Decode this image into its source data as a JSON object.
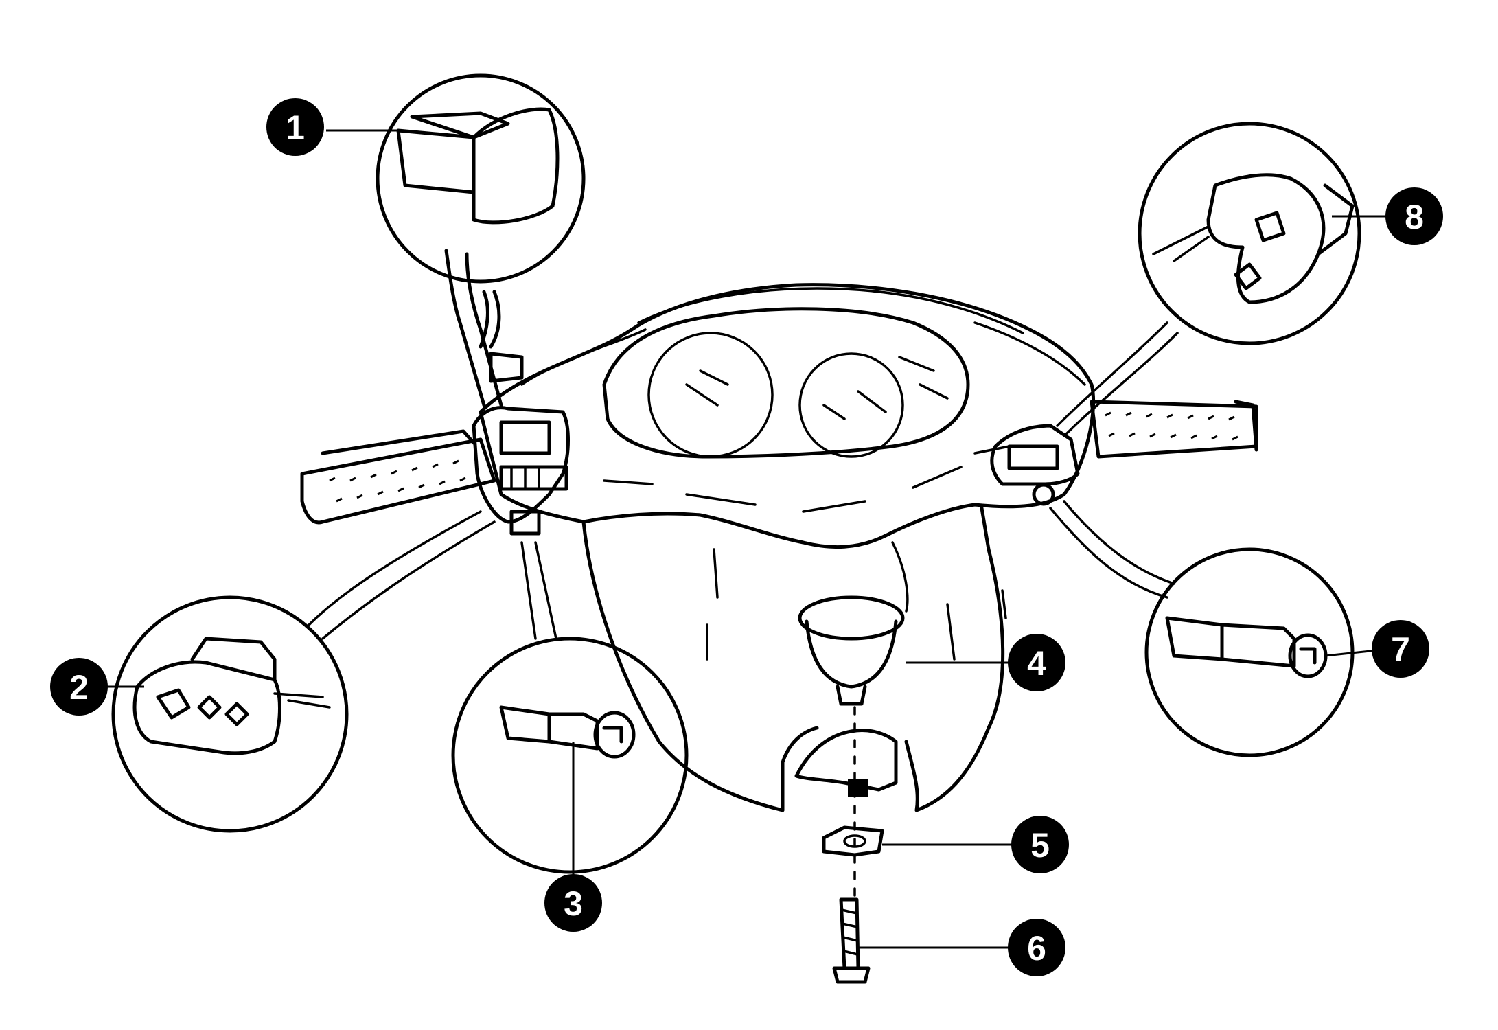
{
  "callouts": [
    {
      "label": "1"
    },
    {
      "label": "2"
    },
    {
      "label": "3"
    },
    {
      "label": "4"
    },
    {
      "label": "5"
    },
    {
      "label": "6"
    },
    {
      "label": "7"
    },
    {
      "label": "8"
    }
  ],
  "colors": {
    "ink": "#000000",
    "background": "#ffffff",
    "callout_text": "#ffffff"
  }
}
